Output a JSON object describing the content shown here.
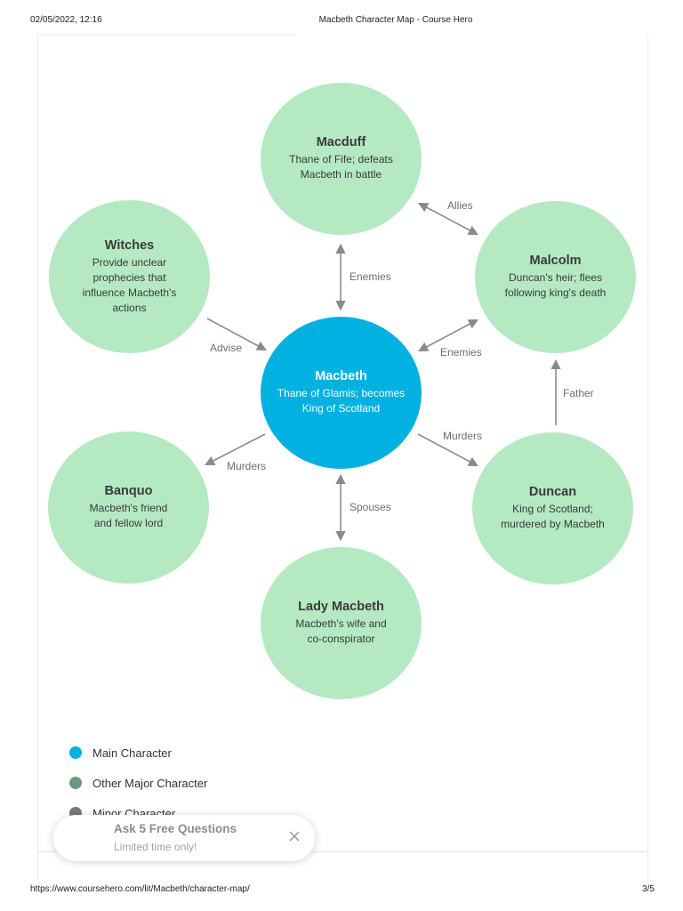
{
  "print_header": {
    "datetime": "02/05/2022, 12:16",
    "title": "Macbeth Character Map - Course Hero"
  },
  "print_footer": {
    "url": "https://www.coursehero.com/lit/Macbeth/character-map/",
    "page": "3/5"
  },
  "colors": {
    "main": "#00b1e1",
    "other": "#b4e9c2",
    "legend_other": "#6a9a7b",
    "legend_minor": "#7a7a7a",
    "arrow": "#8a8a8a"
  },
  "characters": {
    "macbeth": {
      "name": "Macbeth",
      "desc": "Thane of Glamis; becomes King of Scotland"
    },
    "macduff": {
      "name": "Macduff",
      "desc": "Thane of Fife; defeats Macbeth in battle"
    },
    "witches": {
      "name": "Witches",
      "desc": "Provide unclear prophecies that influence Macbeth's actions"
    },
    "malcolm": {
      "name": "Malcolm",
      "desc": "Duncan's heir; flees following king's death"
    },
    "banquo": {
      "name": "Banquo",
      "desc": "Macbeth's friend and fellow lord"
    },
    "duncan": {
      "name": "Duncan",
      "desc": "King of Scotland; murdered by Macbeth"
    },
    "lady_macbeth": {
      "name": "Lady Macbeth",
      "desc": "Macbeth's wife and co-conspirator"
    }
  },
  "relationships": {
    "macduff_macbeth": "Enemies",
    "macduff_malcolm": "Allies",
    "witches_macbeth": "Advise",
    "malcolm_macbeth": "Enemies",
    "macbeth_banquo": "Murders",
    "macbeth_duncan": "Murders",
    "duncan_malcolm": "Father",
    "macbeth_lady": "Spouses"
  },
  "legend": {
    "main": "Main Character",
    "other": "Other Major Character",
    "minor": "Minor Character"
  },
  "toast": {
    "title": "Ask 5 Free Questions",
    "subtitle": "Limited time only!",
    "close_icon": "close-icon"
  }
}
